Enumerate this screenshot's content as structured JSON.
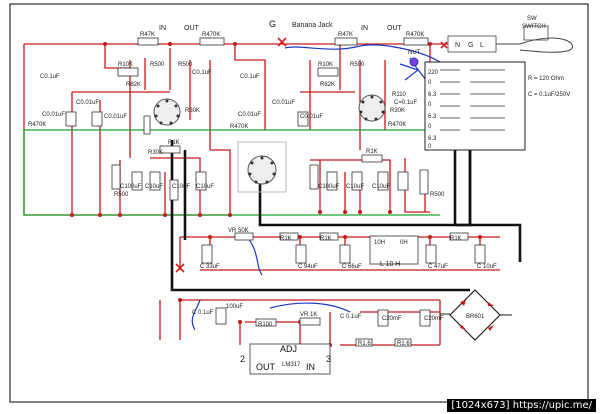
{
  "io": {
    "in_left": "IN",
    "out_left": "OUT",
    "in_right": "IN",
    "out_right": "OUT",
    "g": "G",
    "banana": "Banana Jack"
  },
  "mains": {
    "switch": "SW",
    "switch2": "SWITCH",
    "n": "N",
    "g": "G",
    "l": "L",
    "nut": "NUT",
    "r_spec": "R = 120 Ohm",
    "c_spec": "C = 0.1uF/250V"
  },
  "left_stage": {
    "r_in": "R47K",
    "r_out": "R470K",
    "r10k": "R10K",
    "r500a": "R500",
    "r500b": "R500",
    "r82k": "R82K",
    "c1": "C0.1uF",
    "c2": "C0.01uF",
    "c3": "C0.01uF",
    "c4": "C0.01uF",
    "c5": "C0.1uF",
    "r470k": "R470K",
    "r30k": "R30K",
    "r1k": "R1K",
    "c100": "C100uF",
    "c10a": "C10uF",
    "c10b": "C10uF",
    "c10c": "C10uF",
    "r500c": "R500",
    "r30k2": "R30K",
    "r470k2": "R470K"
  },
  "right_stage": {
    "r_in": "R47K",
    "r_out": "R470K",
    "r10k": "R10K",
    "r500a": "R500",
    "r82k": "R82K",
    "c1": "C0.1uF",
    "c2": "C0.01uF",
    "c3": "C0.01uF",
    "c4": "C0.01uF",
    "r30k": "R30K",
    "r1k": "R1K",
    "c100": "C100uF",
    "c10a": "C10uF",
    "c10b": "C10uF",
    "r500c": "R500",
    "r110": "R110",
    "c01": "C=0.1uF",
    "r470k": "R470K"
  },
  "transformer": {
    "taps": [
      "220",
      "0",
      "6.3",
      "0",
      "6.3",
      "0",
      "6.3",
      "0"
    ]
  },
  "filter": {
    "r1k_a": "R1K",
    "r1k_b": "R1K",
    "r1k_c": "R1K",
    "r1k_d": "R1K",
    "vr": "VR 50K",
    "c33": "C 33uF",
    "c94": "C 94uF",
    "c66": "C 66uF",
    "c47": "C 47uF",
    "c10": "C 10uF",
    "l10h": "L 10 H",
    "l1": "10H",
    "l2": "0H"
  },
  "regulator": {
    "c01": "C 0.1uF",
    "c100": "100uF",
    "r100": "R100",
    "vr1k": "VR 1K",
    "c01b": "C 0.1uF",
    "c20a": "C20mF",
    "c20b": "C20mF",
    "r16a": "R1.6",
    "r16b": "R1.6",
    "adj": "ADJ",
    "chip": "LM317",
    "out": "OUT",
    "in": "IN",
    "pin2": "2",
    "pin3": "3",
    "bridge": "BR601"
  },
  "footer": "[1024x673] https://upic.me/"
}
